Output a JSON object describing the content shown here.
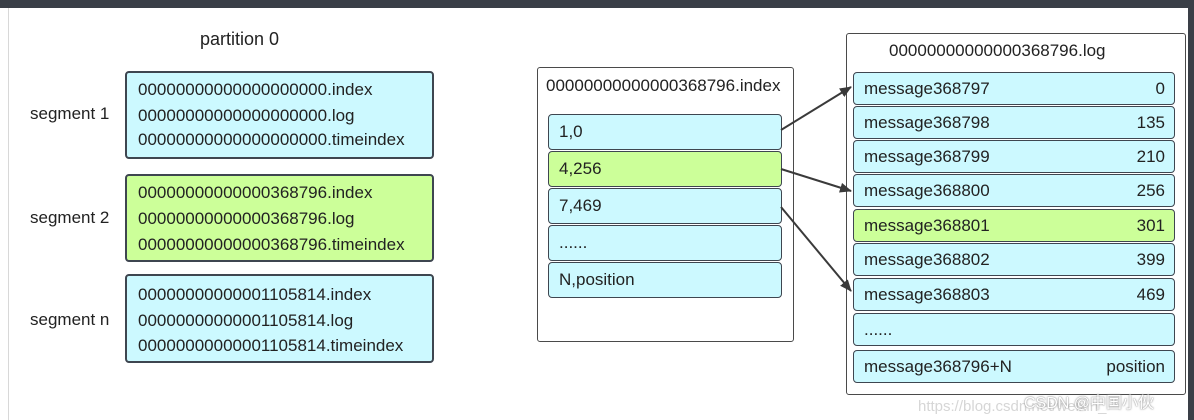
{
  "partition": {
    "title": "partition 0",
    "segments": [
      {
        "label": "segment 1",
        "files": [
          "00000000000000000000.index",
          "00000000000000000000.log",
          "00000000000000000000.timeindex"
        ],
        "highlight": false
      },
      {
        "label": "segment 2",
        "files": [
          "00000000000000368796.index",
          "00000000000000368796.log",
          "00000000000000368796.timeindex"
        ],
        "highlight": true
      },
      {
        "label": "segment n",
        "files": [
          "00000000000001105814.index",
          "00000000000001105814.log",
          "00000000000001105814.timeindex"
        ],
        "highlight": false
      }
    ]
  },
  "index_file": {
    "title": "00000000000000368796.index",
    "entries": [
      "1,0",
      "4,256",
      "7,469",
      "......",
      "N,position"
    ],
    "highlighted_entry": "4,256"
  },
  "log_file": {
    "title": "00000000000000368796.log",
    "messages": [
      {
        "name": "message368797",
        "position": "0"
      },
      {
        "name": "message368798",
        "position": "135"
      },
      {
        "name": "message368799",
        "position": "210"
      },
      {
        "name": "message368800",
        "position": "256"
      },
      {
        "name": "message368801",
        "position": "301"
      },
      {
        "name": "message368802",
        "position": "399"
      },
      {
        "name": "message368803",
        "position": "469"
      },
      {
        "name": "......",
        "position": ""
      },
      {
        "name": "message368796+N",
        "position": "position"
      }
    ],
    "highlighted_message": "message368801"
  },
  "arrows": [
    {
      "from": "1,0",
      "to": "message368797"
    },
    {
      "from": "4,256",
      "to": "message368800"
    },
    {
      "from": "7,469",
      "to": "message368803"
    }
  ],
  "colors": {
    "cyan_fill": "#ccf9ff",
    "green_fill": "#ccff99",
    "border": "#3e4650"
  },
  "watermark": {
    "csdn": "CSDN @中国小伙",
    "url": "https://blog.csdn.net/weixin_"
  }
}
